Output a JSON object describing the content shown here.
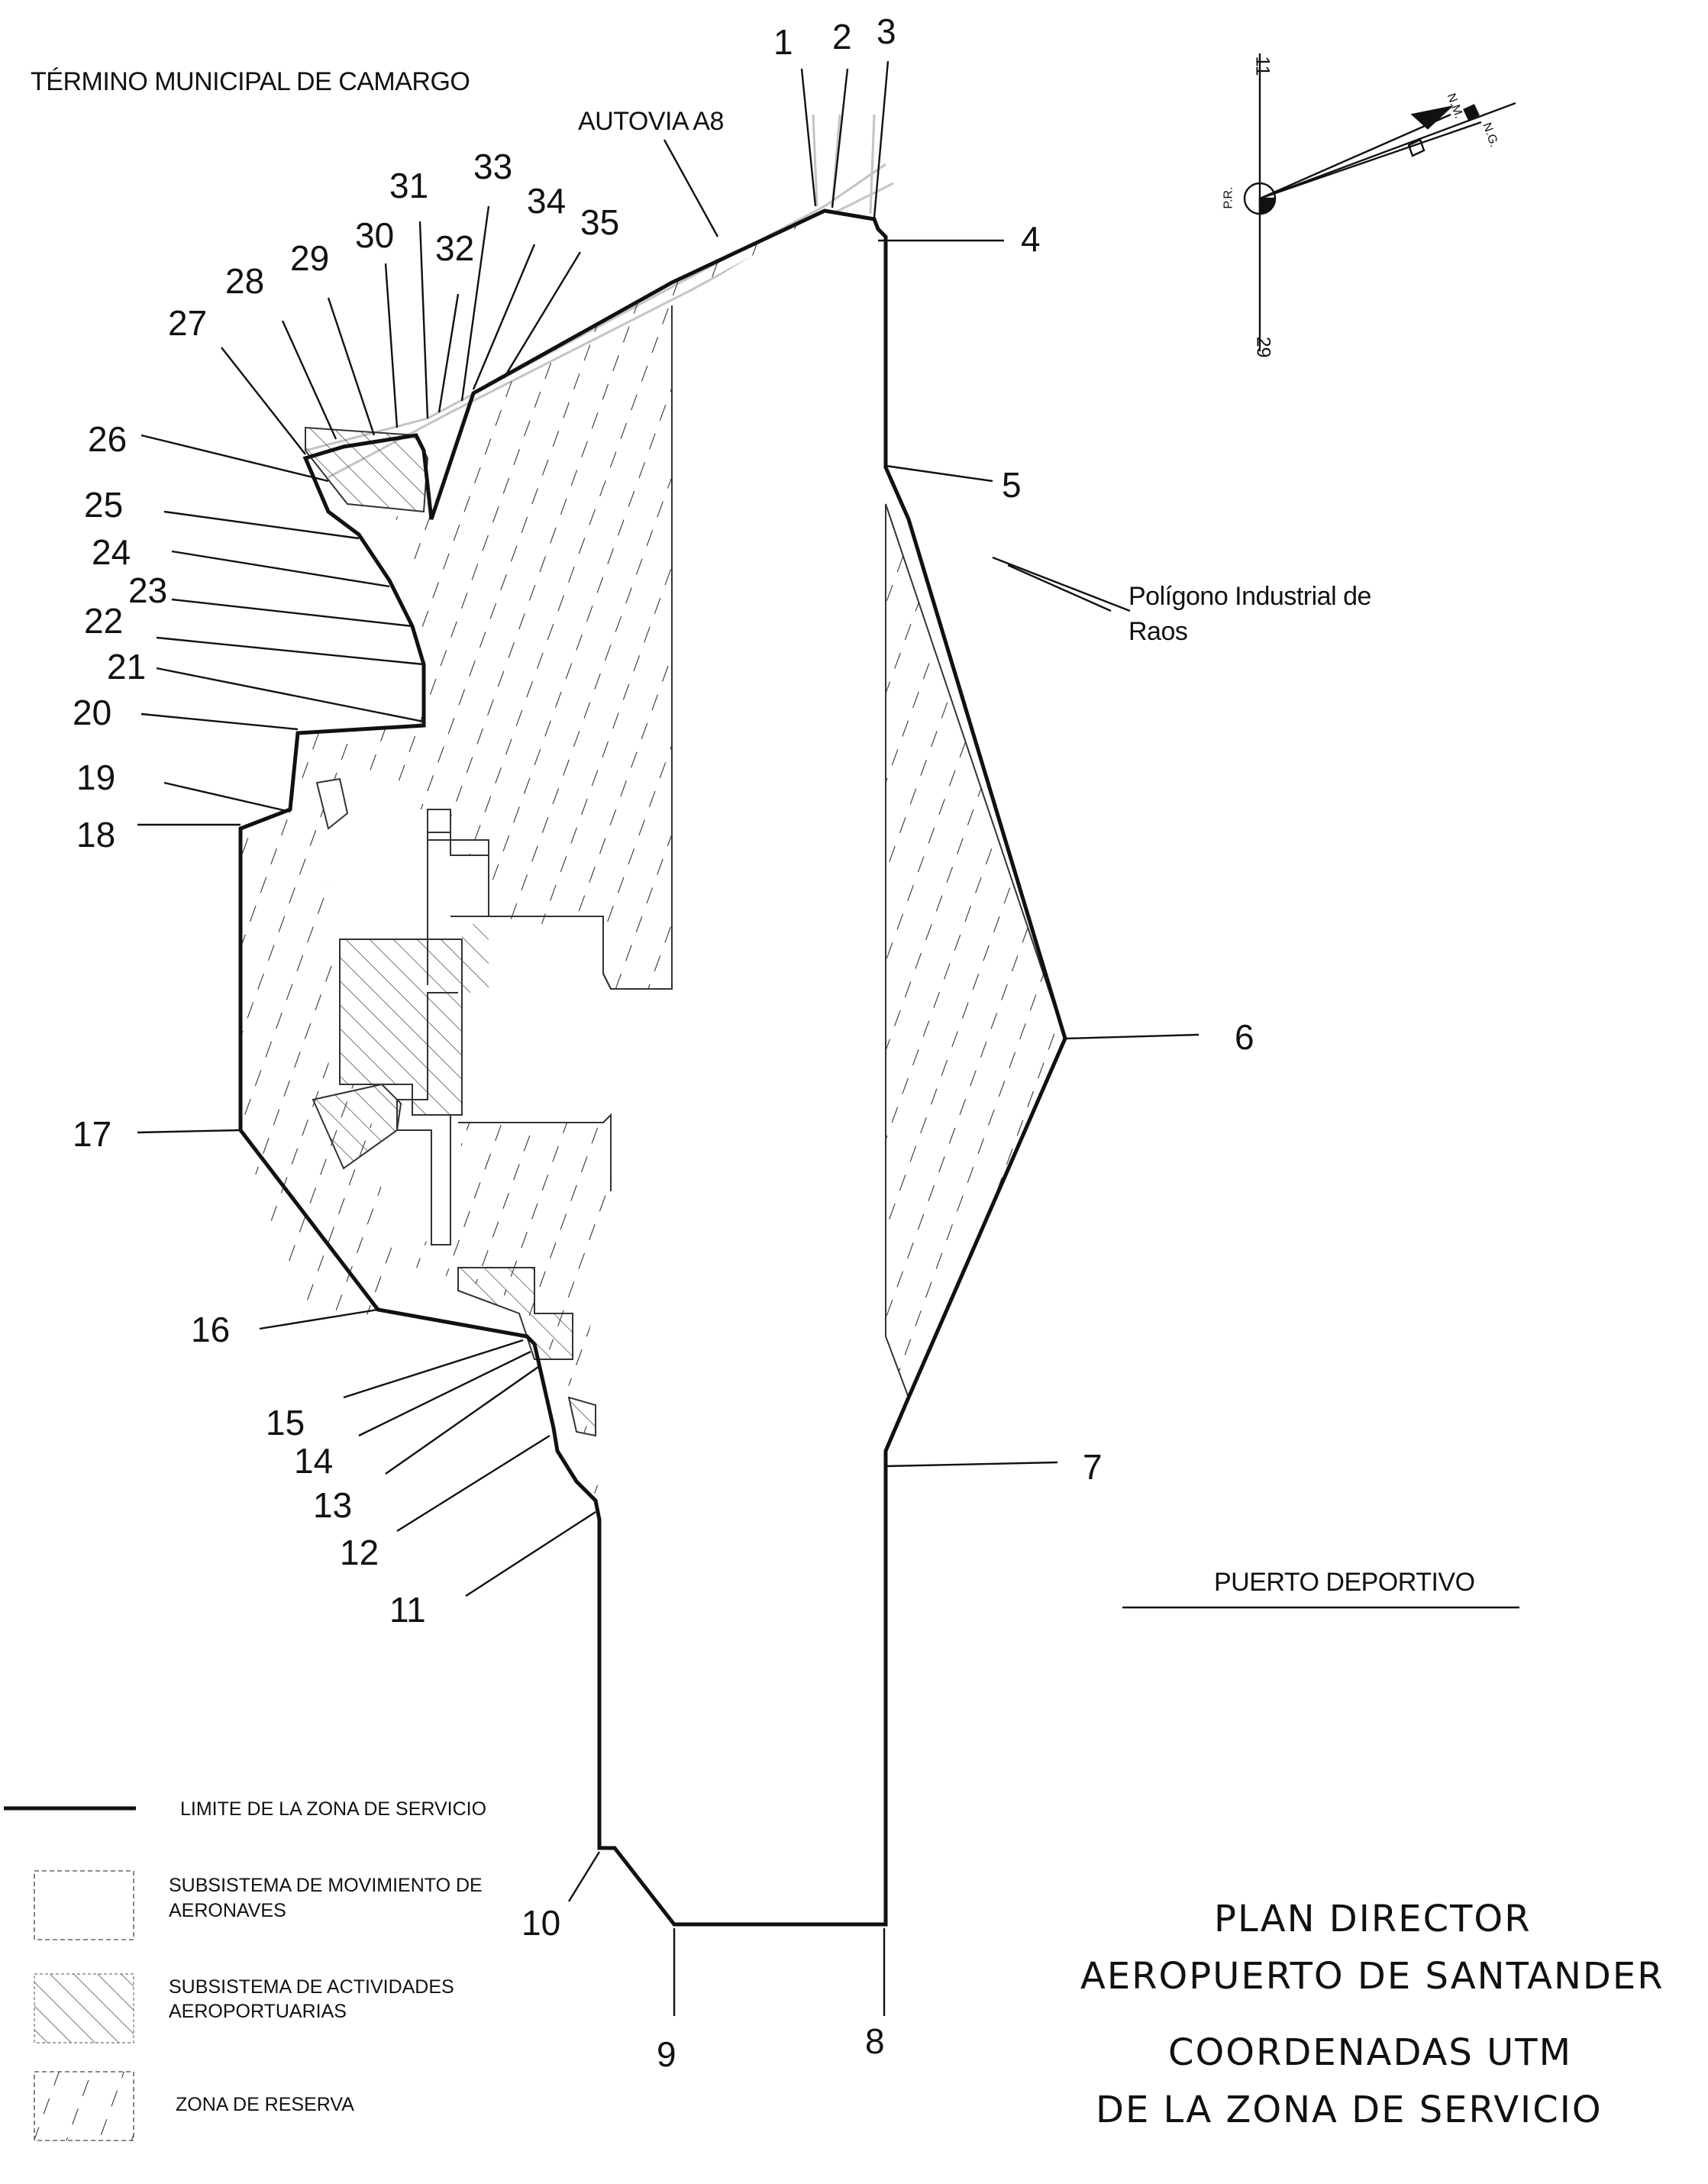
{
  "labels": {
    "municipality": "TÉRMINO MUNICIPAL DE CAMARGO",
    "highway": "AUTOVIA A8",
    "industrial_line1": "Polígono Industrial de",
    "industrial_line2": "Raos",
    "marina": "PUERTO DEPORTIVO"
  },
  "compass": {
    "top_label": "11",
    "bottom_label": "29",
    "center_label": "P.R.",
    "north_magnetic": "N.M.",
    "north_geographic": "N.G."
  },
  "legend": [
    {
      "label": "LIMITE DE LA ZONA DE SERVICIO",
      "pattern": "boundary-line"
    },
    {
      "label_line1": "SUBSISTEMA DE MOVIMIENTO DE",
      "label_line2": "AERONAVES",
      "pattern": "empty"
    },
    {
      "label_line1": "SUBSISTEMA DE ACTIVIDADES",
      "label_line2": "AEROPORTUARIAS",
      "pattern": "backslash-hatch"
    },
    {
      "label": "ZONA DE RESERVA",
      "pattern": "dashed-slash-hatch"
    }
  ],
  "title": {
    "line1": "PLAN DIRECTOR",
    "line2": "AEROPUERTO DE SANTANDER",
    "line3": "COORDENADAS UTM",
    "line4": "DE LA ZONA DE SERVICIO"
  },
  "vertices": [
    "1",
    "2",
    "3",
    "4",
    "5",
    "6",
    "7",
    "8",
    "9",
    "10",
    "11",
    "12",
    "13",
    "14",
    "15",
    "16",
    "17",
    "18",
    "19",
    "20",
    "21",
    "22",
    "23",
    "24",
    "25",
    "26",
    "27",
    "28",
    "29",
    "30",
    "31",
    "32",
    "33",
    "34",
    "35"
  ],
  "colors": {
    "ink": "#111111",
    "hatch": "#333333",
    "faint": "#b8b8b8"
  }
}
